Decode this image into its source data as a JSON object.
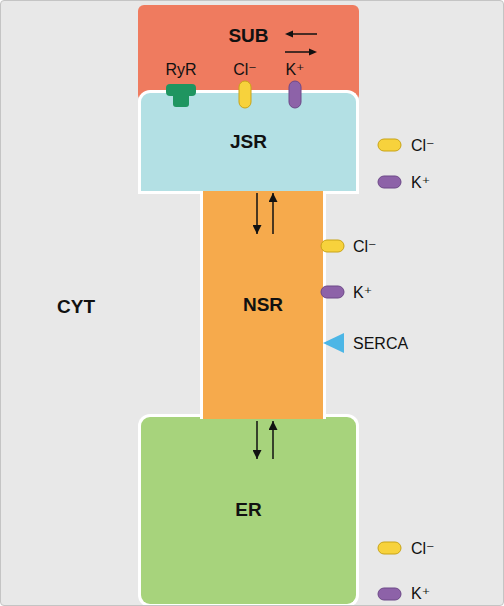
{
  "diagram": {
    "nodes": [
      {
        "text": [
          "SUB"
        ]
      },
      {
        "text": [
          "JSR"
        ]
      },
      {
        "text": [
          "NSR"
        ]
      },
      {
        "text": [
          "ER"
        ]
      }
    ],
    "edges": [
      {
        "from": 1,
        "to": 2,
        "arrow": "to"
      },
      {
        "from": 2,
        "to": 1,
        "arrow": "to"
      },
      {
        "from": 2,
        "to": 3,
        "arrow": "to"
      },
      {
        "from": 3,
        "to": 2,
        "arrow": "to"
      }
    ],
    "labels": [
      "RyR",
      "Cl⁻",
      "K⁺",
      "Cl⁻",
      "K⁺",
      "Cl⁻",
      "K⁺",
      "SERCA",
      "Cl⁻",
      "K⁺",
      "CYT"
    ]
  }
}
